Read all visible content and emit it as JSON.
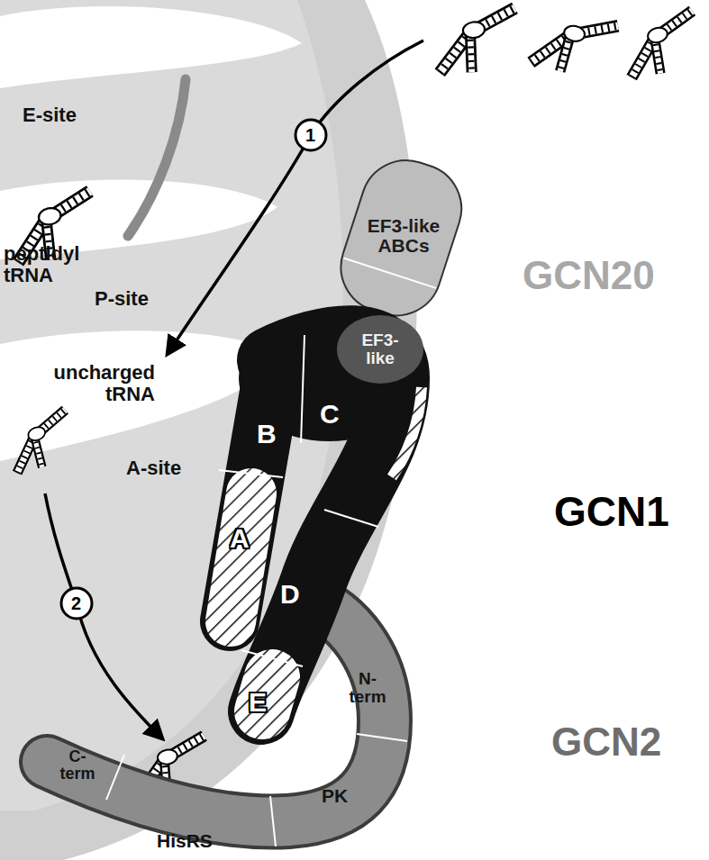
{
  "diagram": {
    "nodes": [
      {
        "text": [
          "EF3-like ABCs"
        ]
      },
      {
        "text": [
          "EF3- like"
        ]
      },
      {
        "text": [
          "B"
        ]
      },
      {
        "text": [
          "C"
        ]
      },
      {
        "text": [
          "A"
        ]
      },
      {
        "text": [
          "D"
        ]
      },
      {
        "text": [
          "E"
        ]
      },
      {
        "text": [
          "N- term"
        ]
      },
      {
        "text": [
          "PK"
        ]
      },
      {
        "text": [
          "C- term"
        ]
      },
      {
        "text": [
          "HisRS"
        ]
      }
    ],
    "labels": [
      "E-site",
      "peptidyl tRNA",
      "P-site",
      "uncharged tRNA",
      "A-site",
      "1",
      "2",
      "GCN20",
      "GCN1",
      "GCN2"
    ]
  }
}
